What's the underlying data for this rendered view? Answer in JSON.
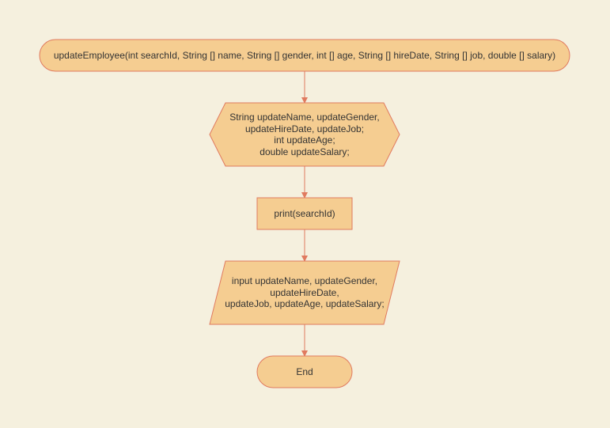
{
  "colors": {
    "background": "#f5f0de",
    "node_fill": "#f5cd91",
    "node_stroke": "#e07a5f",
    "edge": "#e07a5f",
    "text": "#333333"
  },
  "flowchart": {
    "nodes": [
      {
        "id": "start",
        "shape": "terminator",
        "text": "updateEmployee(int searchId, String [] name, String [] gender, int [] age, String [] hireDate, String [] job, double [] salary)"
      },
      {
        "id": "declare",
        "shape": "hexagon",
        "text": "String updateName, updateGender,\nupdateHireDate, updateJob;\nint updateAge;\ndouble updateSalary;"
      },
      {
        "id": "print",
        "shape": "process",
        "text": "print(searchId)"
      },
      {
        "id": "input",
        "shape": "input-output",
        "text": "input updateName, updateGender,\nupdateHireDate,\nupdateJob, updateAge, updateSalary;"
      },
      {
        "id": "end",
        "shape": "terminator",
        "text": "End"
      }
    ],
    "edges": [
      {
        "from": "start",
        "to": "declare"
      },
      {
        "from": "declare",
        "to": "print"
      },
      {
        "from": "print",
        "to": "input"
      },
      {
        "from": "input",
        "to": "end"
      }
    ]
  }
}
